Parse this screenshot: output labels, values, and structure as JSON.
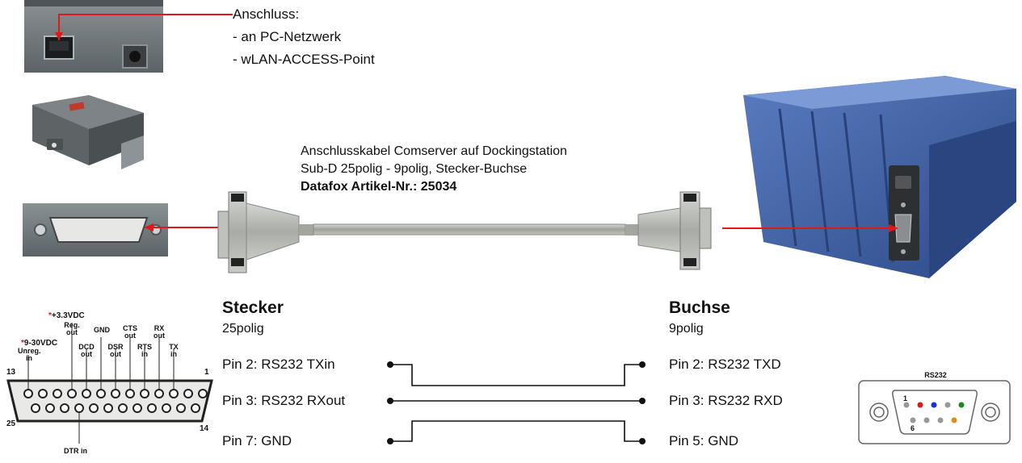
{
  "connection_note": {
    "heading": "Anschluss:",
    "items": [
      "- an PC-Netzwerk",
      "- wLAN-ACCESS-Point"
    ]
  },
  "cable": {
    "line1": "Anschlusskabel Comserver auf Dockingstation",
    "line2": "Sub-D 25polig - 9polig, Stecker-Buchse",
    "article": "Datafox Artikel-Nr.: 25034"
  },
  "left_connector": {
    "title": "Stecker",
    "subtitle": "25polig",
    "pins": [
      "Pin 2: RS232 TXin",
      "Pin 3: RS232 RXout",
      "Pin 7: GND"
    ]
  },
  "right_connector": {
    "title": "Buchse",
    "subtitle": "9polig",
    "pins": [
      "Pin 2: RS232 TXD",
      "Pin 3: RS232 RXD",
      "Pin 5: GND"
    ]
  },
  "db25_pinout": {
    "power_33": "+3.3VDC",
    "power_930": "9-30VDC",
    "unreg": "Unreg.",
    "unreg_in": "in",
    "reg": "Reg.",
    "reg_out": "out",
    "dcd": "DCD",
    "dcd_out": "out",
    "gnd": "GND",
    "dsr": "DSR",
    "dsr_out": "out",
    "cts": "CTS",
    "cts_out": "out",
    "rts": "RTS",
    "rts_in": "in",
    "rx": "RX",
    "rx_out": "out",
    "tx": "TX",
    "tx_in": "in",
    "pin13": "13",
    "pin1": "1",
    "pin25": "25",
    "pin14": "14",
    "dtr": "DTR in"
  },
  "db9_pinout": {
    "label": "RS232",
    "pin1": "1",
    "pin6": "6"
  },
  "colors": {
    "arrow": "#e01818",
    "wire": "#111111",
    "cable": "#a8aaa6",
    "device_blue": "#3a5a9a",
    "device_grey": "#6b7275"
  }
}
